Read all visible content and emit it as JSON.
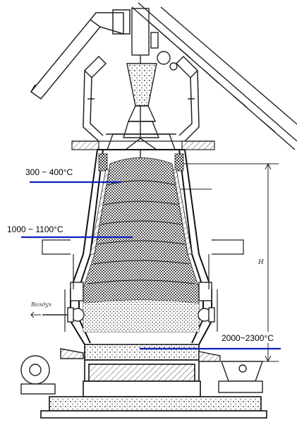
{
  "labels": {
    "top_temperature": "300 ~ 400°C",
    "middle_temperature": "1000 ~ 1100°C",
    "bottom_temperature": "2000~2300°C",
    "air_inlet": "Воздух",
    "height_marker": "H"
  },
  "colors": {
    "line": "#222222",
    "marker": "#1020b8",
    "hatch": "#555555",
    "background": "#ffffff"
  }
}
